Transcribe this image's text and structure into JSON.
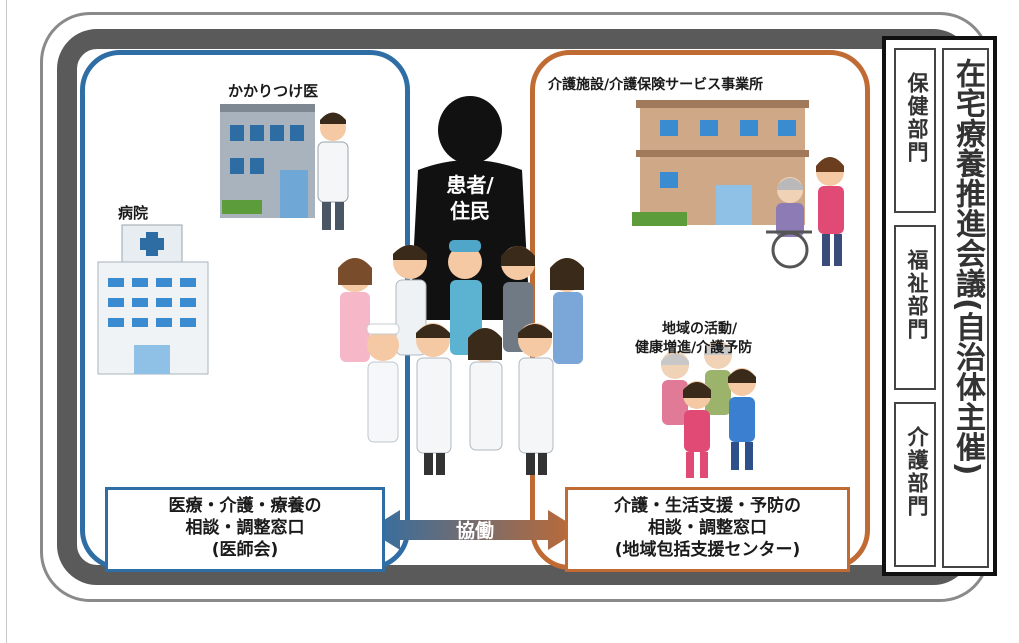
{
  "labels": {
    "clinic": "かかりつけ医",
    "hospital": "病院",
    "patient_line1": "患者/",
    "patient_line2": "住民",
    "care_facility": "介護施設/介護保険サービス事業所",
    "community_line1": "地域の活動/",
    "community_line2": "健康増進/介護予防"
  },
  "panels": {
    "medical": [
      "医療・介護・療養の",
      "相談・調整窓口",
      "(医師会)"
    ],
    "care": [
      "介護・生活支援・予防の",
      "相談・調整窓口",
      "(地域包括支援センター)"
    ]
  },
  "collaboration": "協働",
  "side": {
    "departments": [
      "保健部門",
      "福祉部門",
      "介護部門"
    ],
    "council": "在宅療養推進会議(自治体主催)"
  },
  "colors": {
    "medical_blue": "#2f6ea5",
    "care_orange": "#c06a34",
    "frame_gray": "#5a5a5a"
  }
}
